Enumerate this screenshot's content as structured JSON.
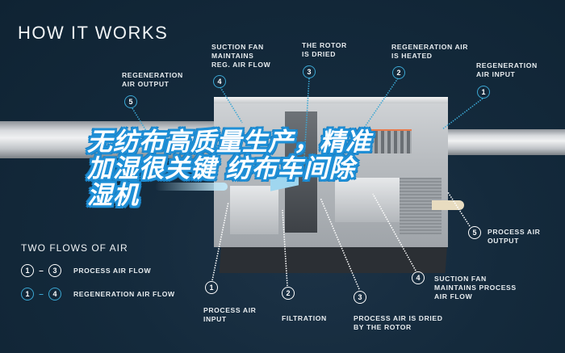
{
  "title": "HOW IT WORKS",
  "overlay_caption": {
    "line1": "无纺布高质量生产，精准",
    "line2": "加湿很关键  纺布车间除",
    "line3": "湿机"
  },
  "colors": {
    "background": "#132a3b",
    "regeneration_accent": "#3ba7d3",
    "process_accent": "#ffffff",
    "caption_outline": "#1f8fd6"
  },
  "top_callouts": [
    {
      "number": "5",
      "label": "REGENERATION\nAIR OUTPUT",
      "flow": "regeneration"
    },
    {
      "number": "4",
      "label": "SUCTION FAN\nMAINTAINS\nREG. AIR FLOW",
      "flow": "regeneration"
    },
    {
      "number": "3",
      "label": "THE ROTOR\nIS DRIED",
      "flow": "regeneration"
    },
    {
      "number": "2",
      "label": "REGENERATION AIR\nIS HEATED",
      "flow": "regeneration"
    },
    {
      "number": "1",
      "label": "REGENERATION\nAIR INPUT",
      "flow": "regeneration"
    }
  ],
  "bottom_callouts": [
    {
      "number": "1",
      "label": "PROCESS AIR\nINPUT",
      "flow": "process"
    },
    {
      "number": "2",
      "label": "FILTRATION",
      "flow": "process"
    },
    {
      "number": "3",
      "label": "PROCESS AIR IS DRIED\nBY THE ROTOR",
      "flow": "process"
    },
    {
      "number": "4",
      "label": "SUCTION FAN\nMAINTAINS PROCESS\nAIR FLOW",
      "flow": "process"
    },
    {
      "number": "5",
      "label": "PROCESS AIR\nOUTPUT",
      "flow": "process"
    }
  ],
  "legend": {
    "title": "TWO FLOWS OF AIR",
    "rows": [
      {
        "from": "1",
        "to": "3",
        "label": "PROCESS AIR FLOW",
        "style": "white"
      },
      {
        "from": "1",
        "to": "4",
        "label": "REGENERATION AIR FLOW",
        "style": "blue"
      }
    ]
  }
}
